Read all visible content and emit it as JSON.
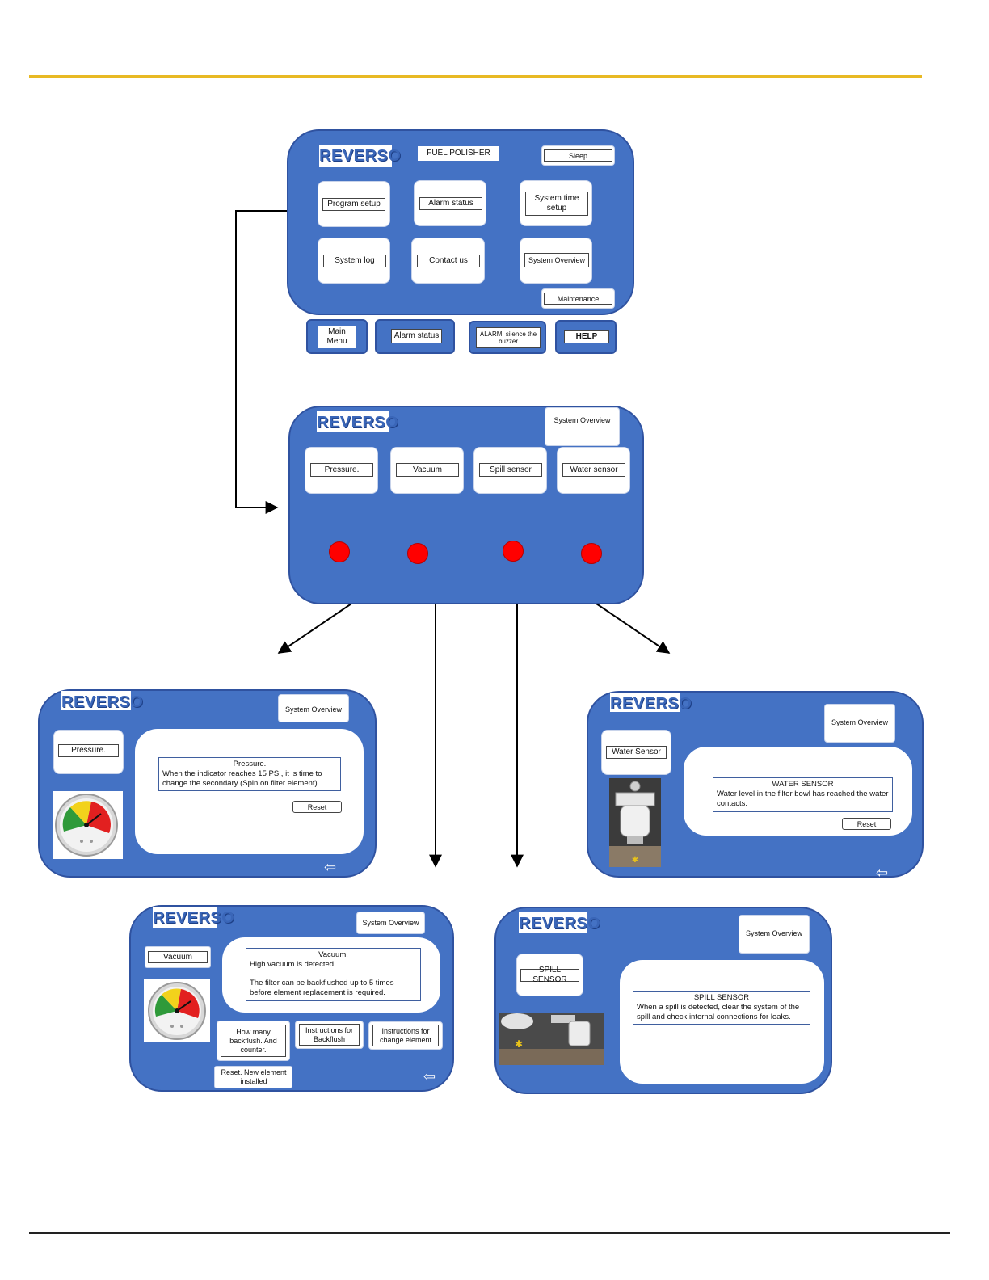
{
  "colors": {
    "panel": "#4472c4",
    "rule_top": "#e8b923",
    "led": "#ff0000"
  },
  "logo": "REVERSO",
  "main_menu": {
    "title": "FUEL POLISHER",
    "sleep": "Sleep",
    "program_setup": "Program setup",
    "alarm_status": "Alarm status",
    "system_time_setup": "System time setup",
    "system_log": "System log",
    "contact_us": "Contact us",
    "system_overview": "System Overview",
    "maintenance": "Maintenance"
  },
  "nav_bar": {
    "main_menu": "Main Menu",
    "alarm_status": "Alarm status",
    "alarm_silence": "ALARM, silence the buzzer",
    "help": "HELP"
  },
  "overview": {
    "title": "System Overview",
    "pressure": "Pressure.",
    "vacuum": "Vacuum",
    "spill_sensor": "Spill sensor",
    "water_sensor": "Water sensor"
  },
  "pressure_screen": {
    "title": "System Overview",
    "label": "Pressure.",
    "msg_title": "Pressure.",
    "msg_body": "When the indicator reaches 15 PSI, it is time to change the secondary (Spin on filter element)",
    "reset": "Reset",
    "back_icon": "back-arrow-icon"
  },
  "water_screen": {
    "title": "System Overview",
    "label": "Water Sensor",
    "msg_title": "WATER SENSOR",
    "msg_body": "Water level in the filter bowl has reached the water contacts.",
    "reset": "Reset",
    "back_icon": "back-arrow-icon"
  },
  "vacuum_screen": {
    "title": "System Overview",
    "label": "Vacuum",
    "msg_title": "Vacuum.",
    "msg_line1": "High vacuum is detected.",
    "msg_line2": "The filter can be backflushed up to 5 times before element replacement is required.",
    "btn_backflush_count": "How many backflush. And counter.",
    "btn_instr_backflush": "Instructions for Backflush",
    "btn_instr_change": "Instructions for change element",
    "btn_reset_new": "Reset. New element installed",
    "back_icon": "back-arrow-icon"
  },
  "spill_screen": {
    "title": "System Overview",
    "label": "SPILL SENSOR",
    "msg_title": "SPILL SENSOR",
    "msg_body": "When a spill is detected, clear the system of the spill and check internal connections for leaks."
  }
}
